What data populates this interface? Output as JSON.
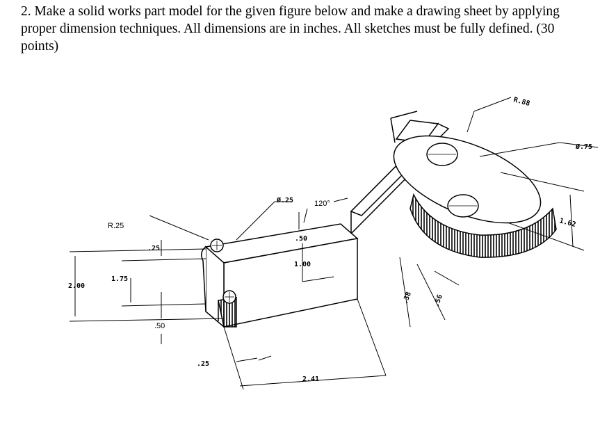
{
  "problem": {
    "text": "2. Make a solid works part model for the given figure below and make a drawing sheet by applying proper dimension techniques. All dimensions are in inches. All sketches must be fully defined. (30 points)"
  },
  "figure": {
    "labels": {
      "r_top": "R.88",
      "dia_top": "Ø.75",
      "dim_162": "1.62",
      "dia_small": "Ø.25",
      "angle": "120°",
      "r_left": "R.25",
      "d_25_top": ".25",
      "d_50_top": ".50",
      "d_100": "1.00",
      "d_200": "2.00",
      "d_175": "1.75",
      "d_50_bottom": ".50",
      "d_25_bottom": ".25",
      "d_241": "2.41",
      "d_38": ".38",
      "d_56": ".56"
    }
  }
}
